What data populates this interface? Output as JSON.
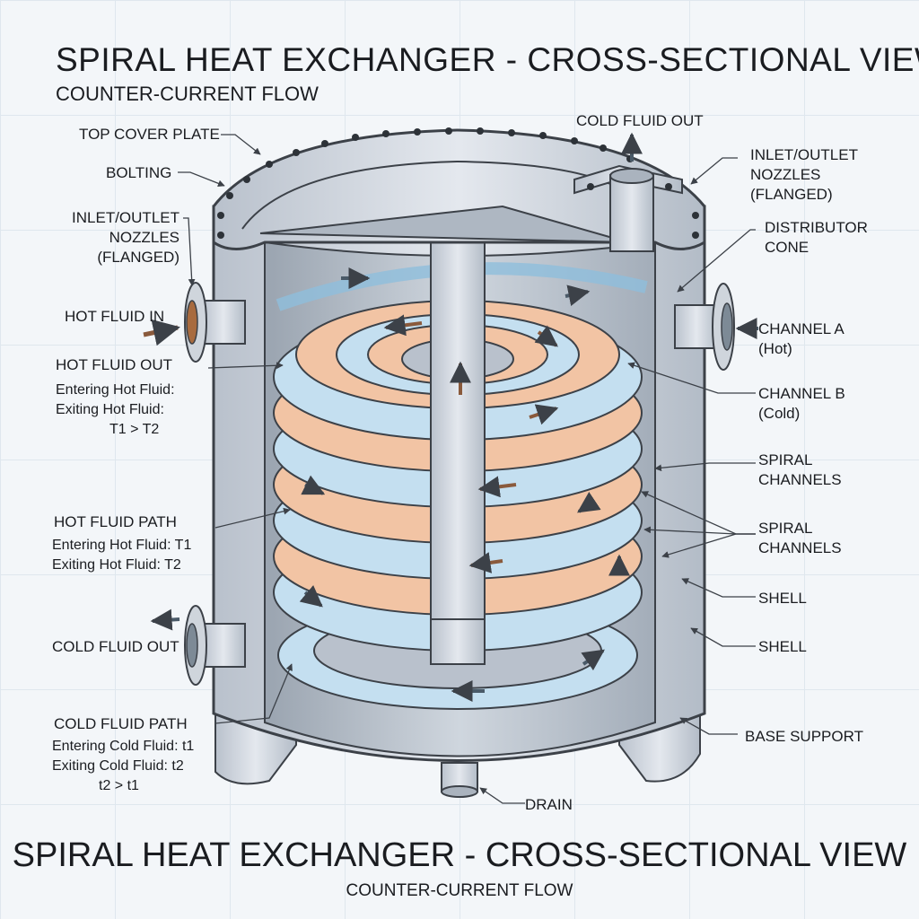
{
  "title": "SPIRAL HEAT EXCHANGER - CROSS-SECTIONAL VIEW",
  "subtitle": "COUNTER-CURRENT FLOW",
  "footer_title": "SPIRAL HEAT EXCHANGER - CROSS-SECTIONAL VIEW",
  "footer_subtitle": "COUNTER-CURRENT FLOW",
  "labels": {
    "top_cover_plate": "TOP COVER PLATE",
    "bolting": "BOLTING",
    "nozzles_left": [
      "INLET/OUTLET",
      "NOZZLES",
      "(FLANGED)"
    ],
    "hot_fluid_in": "HOT FLUID IN",
    "hot_fluid_out": "HOT FLUID OUT",
    "hot_out_notes": [
      "Entering Hot Fluid:",
      "Exiting Hot Fluid:",
      "T1 > T2"
    ],
    "hot_fluid_path": "HOT FLUID PATH",
    "hot_path_notes": [
      "Entering Hot Fluid: T1",
      "Exiting Hot Fluid: T2"
    ],
    "cold_fluid_out_left": "COLD FLUID OUT",
    "cold_fluid_path": "COLD FLUID PATH",
    "cold_path_notes": [
      "Entering Cold Fluid: t1",
      "Exiting Cold Fluid: t2",
      "t2 > t1"
    ],
    "cold_fluid_out_top": "COLD FLUID OUT",
    "nozzles_right": [
      "INLET/OUTLET",
      "NOZZLES",
      "(FLANGED)"
    ],
    "distributor_cone": [
      "DISTRIBUTOR",
      "CONE"
    ],
    "channel_a": [
      "CHANNEL A",
      "(Hot)"
    ],
    "channel_b": [
      "CHANNEL B",
      "(Cold)"
    ],
    "spiral_channels_1": [
      "SPIRAL",
      "CHANNELS"
    ],
    "spiral_channels_2": [
      "SPIRAL",
      "CHANNELS"
    ],
    "shell_1": "SHELL",
    "shell_2": "SHELL",
    "base_support": "BASE SUPPORT",
    "drain": "DRAIN"
  },
  "colors": {
    "hot_channel": "#f2c4a4",
    "cold_channel": "#c4dff0",
    "metal": "#c5ccd6",
    "outline": "#3c4148",
    "arrow_hot": "#8a5a3c",
    "arrow_cold": "#4a5a68"
  }
}
